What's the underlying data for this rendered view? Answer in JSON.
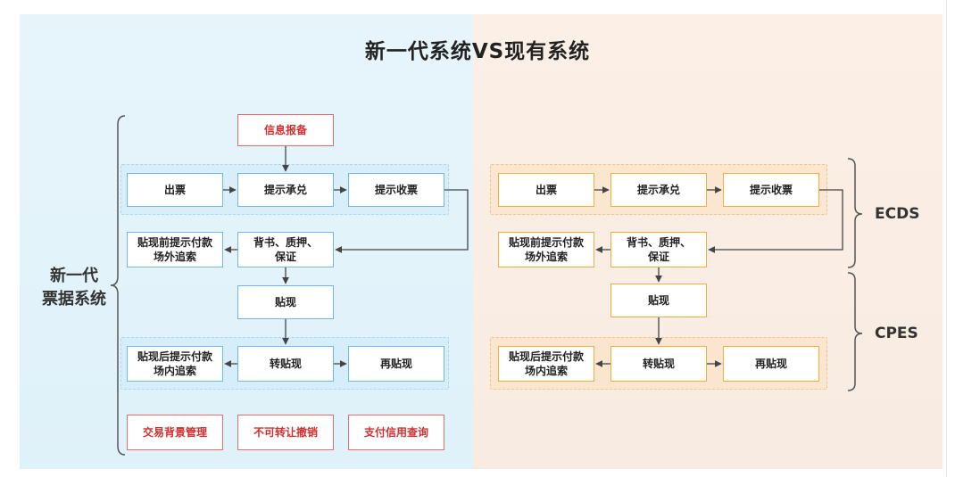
{
  "title": "新一代系统VS现有系统",
  "left": {
    "side_label_line1": "新一代",
    "side_label_line2": "票据系统",
    "info_report": "信息报备",
    "row1": [
      "出票",
      "提示承兑",
      "提示收票"
    ],
    "row2_left": [
      "贴现前提示付款",
      "场外追索"
    ],
    "row2_right": [
      "背书、质押、",
      "保证"
    ],
    "discount": "贴现",
    "row4_left": [
      "贴现后提示付款",
      "场内追索"
    ],
    "row4_mid": "转贴现",
    "row4_right": "再贴现",
    "bottom": [
      "交易背景管理",
      "不可转让撤销",
      "支付信用查询"
    ]
  },
  "right": {
    "row1": [
      "出票",
      "提示承兑",
      "提示收票"
    ],
    "row2_left": [
      "贴现前提示付款",
      "场外追索"
    ],
    "row2_right": [
      "背书、质押、",
      "保证"
    ],
    "discount": "贴现",
    "row4_left": [
      "贴现后提示付款",
      "场内追索"
    ],
    "row4_mid": "转贴现",
    "row4_right": "再贴现",
    "label_ecds": "ECDS",
    "label_cpes": "CPES"
  },
  "colors": {
    "blue_border": "#6fb8e6",
    "orange_border": "#f2ad3c",
    "red_border": "#e36b6b"
  }
}
